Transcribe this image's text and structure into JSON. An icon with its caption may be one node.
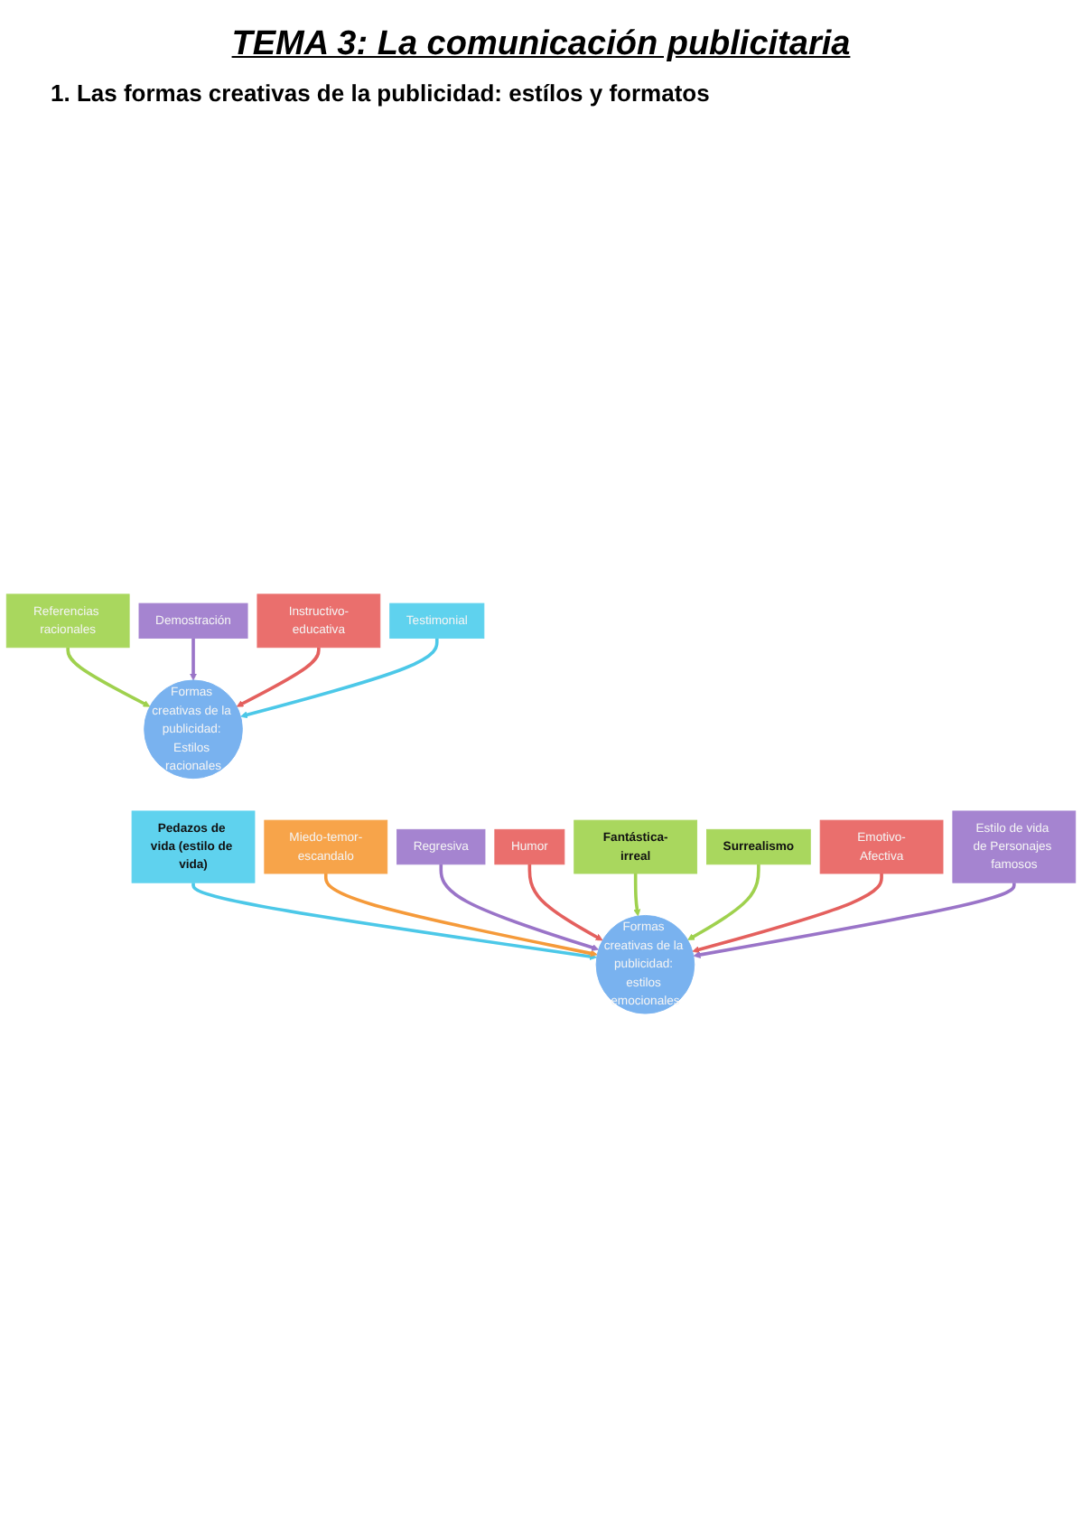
{
  "diagram": {
    "title": "TEMA 3: La comunicación publicitaria",
    "nodes": [
      {
        "text": [
          "Referencias racionales"
        ]
      },
      {
        "text": [
          "Demostración"
        ]
      },
      {
        "text": [
          "Instructivo-educativa"
        ]
      },
      {
        "text": [
          "Testimonial"
        ]
      },
      {
        "text": [
          "Formas creativas de la publicidad: Estilos racionales"
        ]
      },
      {
        "text": [
          "Pedazos de vida (estilo de vida)"
        ]
      },
      {
        "text": [
          "Miedo-temor-escandalo"
        ]
      },
      {
        "text": [
          "Regresiva"
        ]
      },
      {
        "text": [
          "Humor"
        ]
      },
      {
        "text": [
          "Fantástica-irreal"
        ]
      },
      {
        "text": [
          "Surrealismo"
        ]
      },
      {
        "text": [
          "Emotivo-Afectiva"
        ]
      },
      {
        "text": [
          "Estilo de vida de Personajes famosos"
        ]
      },
      {
        "text": [
          "Formas creativas de la publicidad: estilos emocionales"
        ]
      }
    ],
    "edges": [
      {
        "from": 0,
        "to": 4,
        "arrow": "to",
        "color": "#9fd14e"
      },
      {
        "from": 1,
        "to": 4,
        "arrow": "to",
        "color": "#9a74c8"
      },
      {
        "from": 2,
        "to": 4,
        "arrow": "to",
        "color": "#e4605e"
      },
      {
        "from": 3,
        "to": 4,
        "arrow": "to",
        "color": "#4cc8e8"
      },
      {
        "from": 5,
        "to": 13,
        "arrow": "to",
        "color": "#4cc8e8"
      },
      {
        "from": 6,
        "to": 13,
        "arrow": "to",
        "color": "#f59a3a"
      },
      {
        "from": 7,
        "to": 13,
        "arrow": "to",
        "color": "#9a74c8"
      },
      {
        "from": 8,
        "to": 13,
        "arrow": "to",
        "color": "#e4605e"
      },
      {
        "from": 9,
        "to": 13,
        "arrow": "to",
        "color": "#9fd14e"
      },
      {
        "from": 10,
        "to": 13,
        "arrow": "to",
        "color": "#9fd14e"
      },
      {
        "from": 11,
        "to": 13,
        "arrow": "to",
        "color": "#e4605e"
      },
      {
        "from": 12,
        "to": 13,
        "arrow": "to",
        "color": "#9a74c8"
      }
    ],
    "labels": [
      "1. Las formas creativas de la publicidad: estílos y formatos"
    ]
  }
}
